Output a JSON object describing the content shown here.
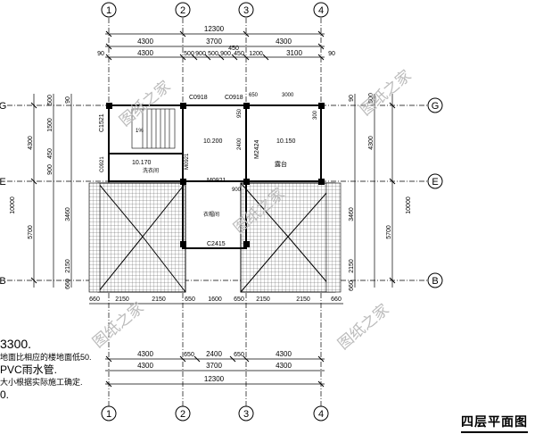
{
  "title": "四层平面图",
  "watermark": "图纸之家",
  "axes_vertical": [
    "1",
    "2",
    "3",
    "4"
  ],
  "axes_horizontal": [
    "G",
    "E",
    "B"
  ],
  "dims_top": {
    "total": "12300",
    "row1": [
      "4300",
      "3700",
      "4300"
    ],
    "edge": "90",
    "row2": [
      "4300",
      "500",
      "900",
      "500",
      "900",
      "450",
      "1200",
      "3100"
    ],
    "row2_sub": "450"
  },
  "dims_bottom": {
    "row1": [
      "660",
      "2150",
      "2150",
      "650",
      "1600",
      "650",
      "2150",
      "2150",
      "660"
    ],
    "row2": [
      "4300",
      "650",
      "2400",
      "650",
      "4300"
    ],
    "row3": [
      "4300",
      "3700",
      "4300"
    ],
    "total": "12300"
  },
  "dims_left": [
    "500",
    "90",
    "1500",
    "4300",
    "450",
    "900",
    "10000",
    "5700",
    "3460",
    "2150",
    "660"
  ],
  "dims_right": [
    "90",
    "500",
    "4300",
    "10000",
    "5700",
    "3460",
    "2150",
    "660"
  ],
  "rooms": {
    "r1": {
      "elev": "10.200"
    },
    "r2": {
      "elev": "10.150",
      "name": "露台"
    },
    "r3": {
      "elev": "10.170",
      "name": "洗衣间"
    },
    "r4": {
      "name": "衣帽间"
    }
  },
  "labels": {
    "c0918a": "C0918",
    "c0918b": "C0918",
    "c1521": "C1521",
    "m0921a": "M0921",
    "m0921b": "M0921",
    "m2424": "M2424",
    "c2415": "C2415",
    "c0921": "C0921",
    "d3000": "3000",
    "d650": "650",
    "d900": "900",
    "d2400": "2400",
    "d950": "950",
    "d300": "300",
    "pct": "1%"
  },
  "notes": [
    "3300.",
    "地面比相应的楼地面低50.",
    "PVC雨水管.",
    "大小根据实际施工确定.",
    "0."
  ]
}
